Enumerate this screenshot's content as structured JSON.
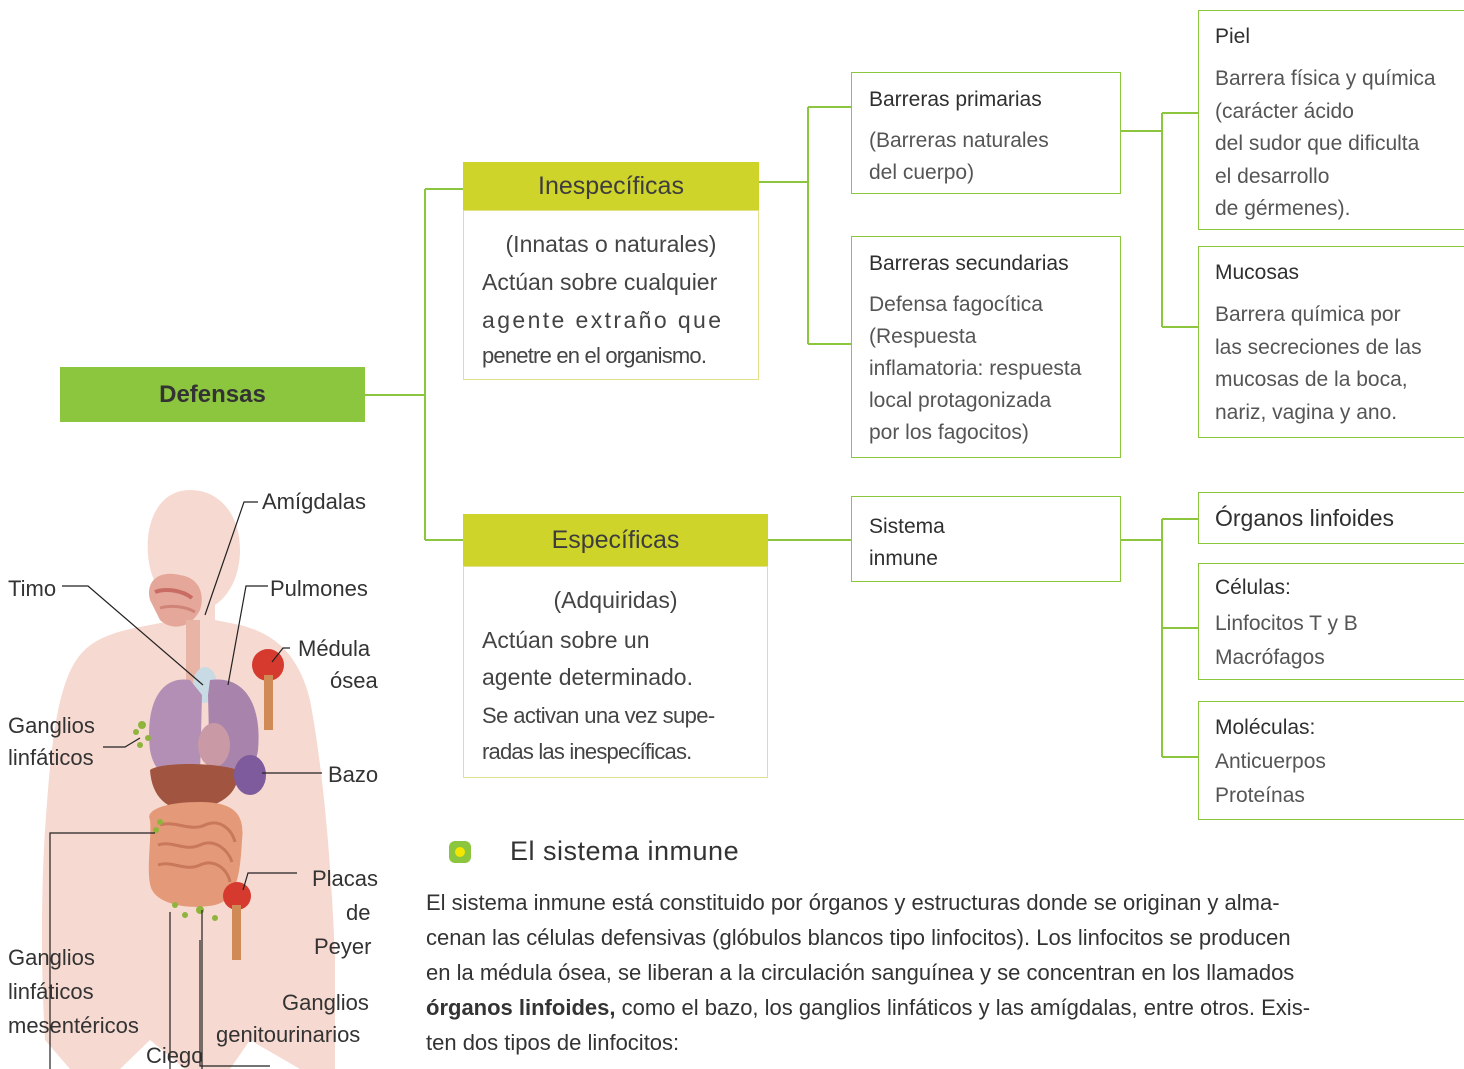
{
  "colors": {
    "accent_green": "#8cc63f",
    "header_yellow": "#cfd42a",
    "box_border_yellow": "#e3e08a"
  },
  "root": {
    "label": "Defensas"
  },
  "inespecificas": {
    "title": "Inespecíficas",
    "subtitle": "(Innatas o naturales)",
    "lines": [
      "Actúan sobre cualquier",
      "agente extraño que",
      "penetre en el organismo."
    ]
  },
  "especificas": {
    "title": "Específicas",
    "subtitle": "(Adquiridas)",
    "lines": [
      "Actúan sobre un",
      "agente determinado.",
      "Se activan una vez supe-",
      "radas las inespecíficas."
    ]
  },
  "barreras_primarias": {
    "title": "Barreras primarias",
    "lines": [
      "(Barreras naturales",
      "del cuerpo)"
    ]
  },
  "barreras_secundarias": {
    "title": "Barreras secundarias",
    "lines": [
      "Defensa fagocítica",
      "(Respuesta",
      "inflamatoria: respuesta",
      "local protagonizada",
      "por los fagocitos)"
    ]
  },
  "sistema_inmune": {
    "lines": [
      "Sistema",
      "inmune"
    ]
  },
  "piel": {
    "title": "Piel",
    "lines": [
      "Barrera física y química",
      "(carácter ácido",
      "del sudor que dificulta",
      "el desarrollo",
      "de gérmenes)."
    ]
  },
  "mucosas": {
    "title": "Mucosas",
    "lines": [
      "Barrera química por",
      "las secreciones de las",
      "mucosas de la boca,",
      "nariz, vagina y ano."
    ]
  },
  "organos": {
    "title": "Órganos linfoides"
  },
  "celulas": {
    "title": "Células:",
    "lines": [
      "Linfocitos T y B",
      "Macrófagos"
    ]
  },
  "moleculas": {
    "title": "Moléculas:",
    "lines": [
      "Anticuerpos",
      "Proteínas"
    ]
  },
  "anatomy_labels": {
    "amigdalas": "Amígdalas",
    "timo": "Timo",
    "pulmones": "Pulmones",
    "medula_1": "Médula",
    "medula_2": "ósea",
    "ganglios_linf_1": "Ganglios",
    "ganglios_linf_2": "linfáticos",
    "bazo": "Bazo",
    "placas_1": "Placas",
    "placas_2": "de",
    "placas_3": "Peyer",
    "mes_1": "Ganglios",
    "mes_2": "linfáticos",
    "mes_3": "mesentéricos",
    "geni_1": "Ganglios",
    "geni_2": "genitourinarios",
    "ciego": "Ciego"
  },
  "section": {
    "heading": "El sistema inmune",
    "para_lines": [
      "El sistema inmune está constituido por órganos y estructuras donde se originan y alma-",
      "cenan las  células defensivas (glóbulos blancos tipo linfocitos). Los linfocitos se producen",
      "en la médula ósea, se liberan a la circulación sanguínea y se concentran en los llamados"
    ],
    "bold_term": "órganos linfoides,",
    "para_line4_rest": " como el bazo, los ganglios linfáticos y las amígdalas, entre otros. Exis-",
    "para_line5": "ten dos tipos de linfocitos:"
  }
}
